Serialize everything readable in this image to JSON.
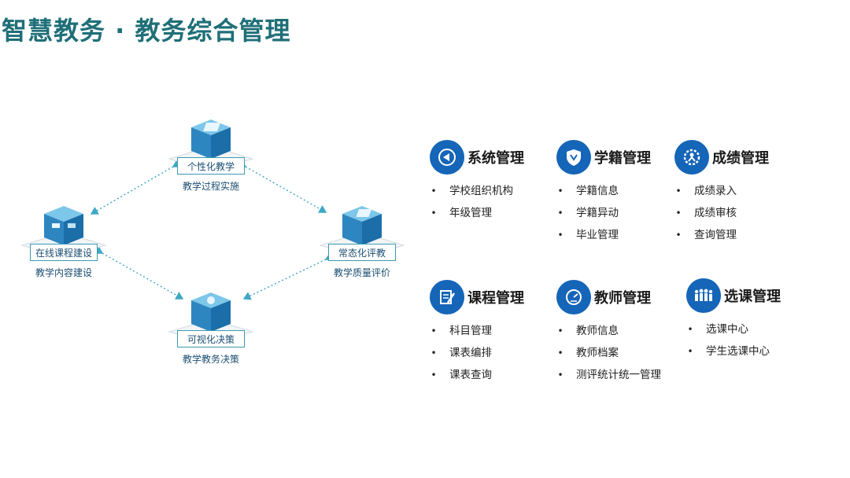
{
  "page": {
    "title": "智慧教务 · 教务综合管理"
  },
  "diagram": {
    "nodes": {
      "top": {
        "label": "个性化教学",
        "caption": "教学过程实施"
      },
      "left": {
        "label": "在线课程建设",
        "caption": "教学内容建设"
      },
      "right": {
        "label": "常态化评教",
        "caption": "教学质量评价"
      },
      "bottom": {
        "label": "可视化决策",
        "caption": "教学教务决策"
      }
    }
  },
  "modules": [
    {
      "title": "系统管理",
      "icon": "play-left-icon",
      "items": [
        "学校组织机构",
        "年级管理"
      ]
    },
    {
      "title": "学籍管理",
      "icon": "shield-icon",
      "items": [
        "学籍信息",
        "学籍异动",
        "毕业管理"
      ]
    },
    {
      "title": "成绩管理",
      "icon": "gear-person-icon",
      "items": [
        "成绩录入",
        "成绩审核",
        "查询管理"
      ]
    },
    {
      "title": "课程管理",
      "icon": "notepad-pen-icon",
      "items": [
        "科目管理",
        "课表编排",
        "课表查询"
      ]
    },
    {
      "title": "教师管理",
      "icon": "gauge-icon",
      "items": [
        "教师信息",
        "教师档案",
        "测评统计统一管理"
      ]
    },
    {
      "title": "选课管理",
      "icon": "people-icon",
      "items": [
        "选课中心",
        "学生选课中心"
      ]
    }
  ],
  "colors": {
    "title": "#1f6f78",
    "accent": "#1565b8",
    "node": "#2e86c1"
  }
}
